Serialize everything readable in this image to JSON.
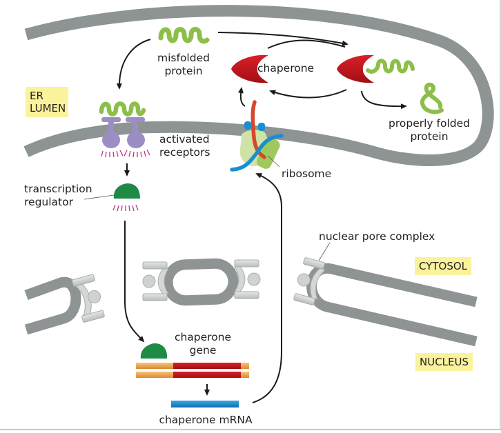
{
  "diagram": {
    "title": "Unfolded protein response via chaperone induction",
    "regions": {
      "er_lumen": "ER\nLUMEN",
      "er_lumen_line1": "ER",
      "er_lumen_line2": "LUMEN",
      "cytosol": "CYTOSOL",
      "nucleus": "NUCLEUS"
    },
    "labels": {
      "misfolded_line1": "misfolded",
      "misfolded_line2": "protein",
      "chaperone": "chaperone",
      "properly_line1": "properly folded",
      "properly_line2": "protein",
      "activated_line1": "activated",
      "activated_line2": "receptors",
      "ribosome": "ribosome",
      "transcription_line1": "transcription",
      "transcription_line2": "regulator",
      "nuclear_pore": "nuclear pore complex",
      "chaperone_gene_line1": "chaperone",
      "chaperone_gene_line2": "gene",
      "chaperone_mrna": "chaperone mRNA"
    },
    "nodes": [
      {
        "id": "misfolded-protein",
        "label": "misfolded protein"
      },
      {
        "id": "chaperone",
        "label": "chaperone"
      },
      {
        "id": "chaperone-bound",
        "label": "chaperone + misfolded protein"
      },
      {
        "id": "properly-folded-protein",
        "label": "properly folded protein"
      },
      {
        "id": "activated-receptors",
        "label": "activated receptors"
      },
      {
        "id": "transcription-regulator",
        "label": "transcription regulator"
      },
      {
        "id": "chaperone-gene",
        "label": "chaperone gene"
      },
      {
        "id": "chaperone-mrna",
        "label": "chaperone mRNA"
      },
      {
        "id": "ribosome",
        "label": "ribosome"
      },
      {
        "id": "nuclear-pore-complex",
        "label": "nuclear pore complex"
      }
    ],
    "edges": [
      {
        "from": "misfolded-protein",
        "to": "activated-receptors"
      },
      {
        "from": "misfolded-protein",
        "to": "chaperone-bound"
      },
      {
        "from": "chaperone",
        "to": "chaperone-bound"
      },
      {
        "from": "chaperone-bound",
        "to": "chaperone"
      },
      {
        "from": "chaperone-bound",
        "to": "properly-folded-protein"
      },
      {
        "from": "activated-receptors",
        "to": "transcription-regulator"
      },
      {
        "from": "transcription-regulator",
        "to": "chaperone-gene"
      },
      {
        "from": "chaperone-gene",
        "to": "chaperone-mrna"
      },
      {
        "from": "chaperone-mrna",
        "to": "ribosome"
      },
      {
        "from": "ribosome",
        "to": "chaperone"
      }
    ],
    "colors": {
      "membrane": "#8e9394",
      "pore": "#c9cdcc",
      "protein_green": "#8cbf4a",
      "receptor_purple": "#9b8ec4",
      "activation_ticks": "#c0308c",
      "chaperone_red": "#c8141c",
      "regulator_green": "#1e8a45",
      "mrna_blue": "#1a8fd0",
      "gene_orange": "#f0a850",
      "gene_red": "#c4161e",
      "ribosome_light": "#cfe3a6",
      "ribosome_mid": "#9fc95e",
      "peptide_red": "#d6482a",
      "label_bg": "#fbf29c",
      "arrow": "#1a1a1a",
      "text": "#231f20"
    }
  }
}
